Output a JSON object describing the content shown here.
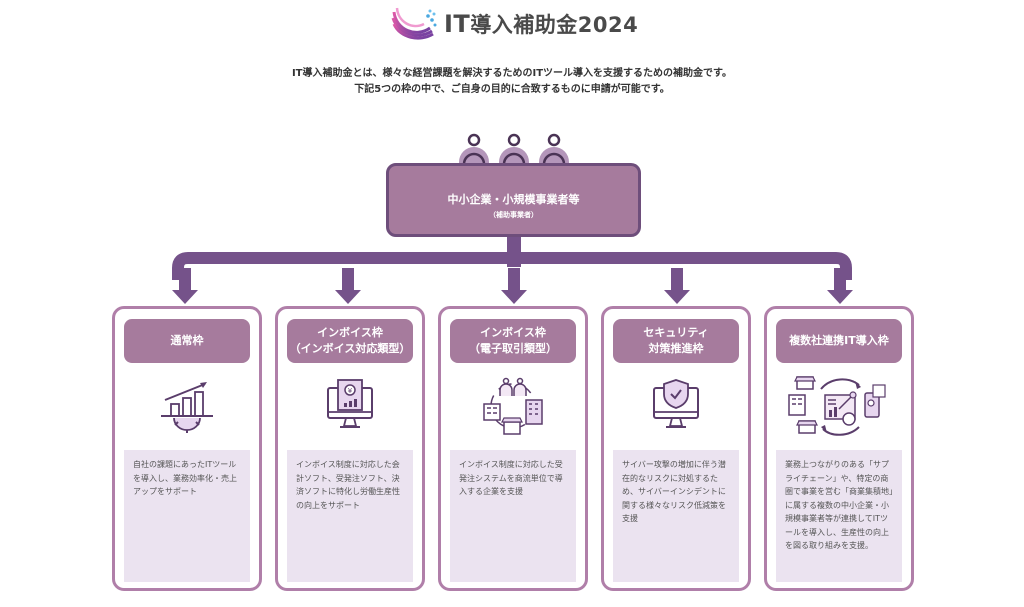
{
  "logo": {
    "brand_prefix": "IT",
    "brand_title": "導入補助金2024",
    "icon": "globe-swoosh-icon"
  },
  "intro": {
    "line1": "IT導入補助金とは、様々な経営課題を解決するためのITツール導入を支援するための補助金です。",
    "line2": "下記5つの枠の中で、ご自身の目的に合致するものに申請が可能です。"
  },
  "top_node": {
    "title": "中小企業・小規模事業者等",
    "subtitle": "（補助事業者）",
    "icon": "people-group-icon"
  },
  "colors": {
    "primary": "#a67b9d",
    "dark": "#6e4e7b",
    "connector": "#75528a",
    "desc_bg": "#ebe3f0",
    "card_border": "#b07fa9"
  },
  "cards": [
    {
      "title": "通常枠",
      "icon": "growth-chart-gear-icon",
      "description": "自社の課題にあったITツールを導入し、業務効率化・売上アップをサポート"
    },
    {
      "title": "インボイス枠\n（インボイス対応類型）",
      "icon": "monitor-invoice-icon",
      "description": "インボイス制度に対応した会計ソフト、受発注ソフト、決済ソフトに特化し労働生産性の向上をサポート"
    },
    {
      "title": "インボイス枠\n（電子取引類型）",
      "icon": "business-network-icon",
      "description": "インボイス制度に対応した受発注システムを商流単位で導入する企業を支援"
    },
    {
      "title": "セキュリティ\n対策推進枠",
      "icon": "monitor-shield-icon",
      "description": "サイバー攻撃の増加に伴う潜在的なリスクに対処するため、サイバーインシデントに関する様々なリスク低減策を支援"
    },
    {
      "title": "複数社連携IT導入枠",
      "icon": "multi-company-cycle-icon",
      "description": "業務上つながりのある「サプライチェーン」や、特定の商圏で事業を営む「商業集積地」に属する複数の中小企業・小規模事業者等が連携してITツールを導入し、生産性の向上を図る取り組みを支援。"
    }
  ]
}
